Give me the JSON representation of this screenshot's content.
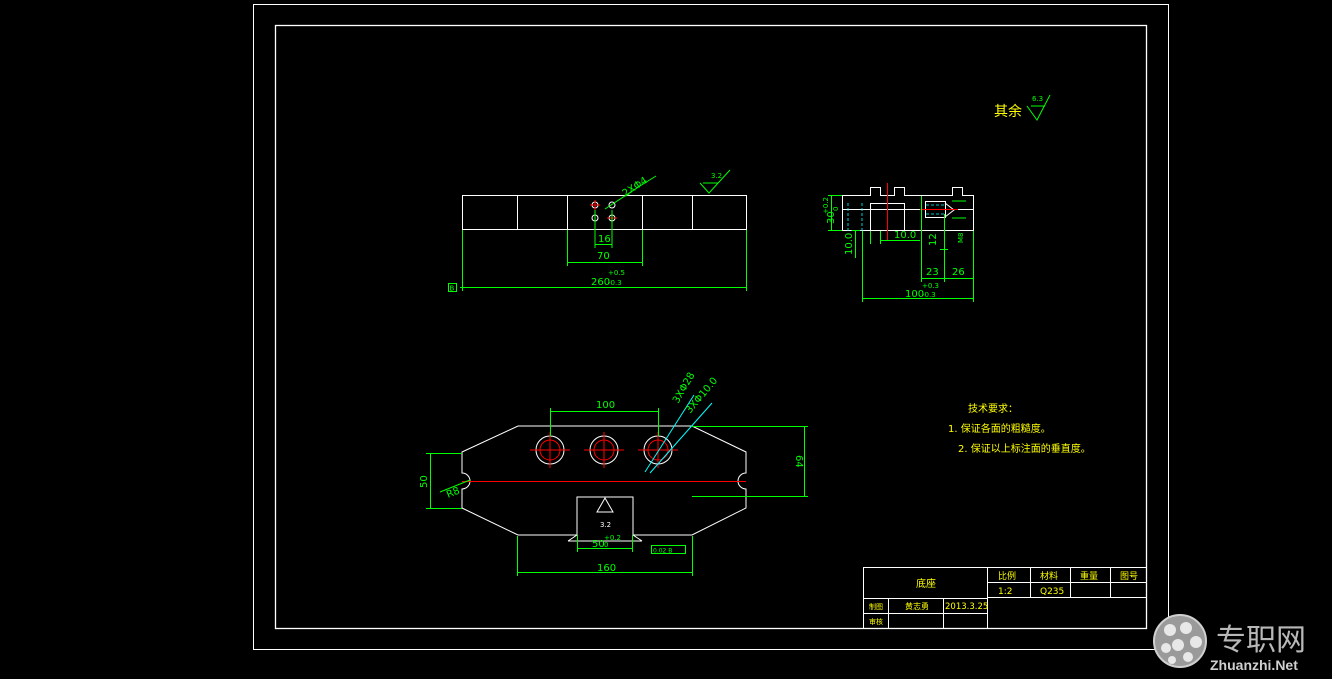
{
  "colors": {
    "background": "#000000",
    "outline": "#ffffff",
    "dimension": "#00ff00",
    "center_line": "#ff0000",
    "hidden_line": "#00ffff",
    "accent_yellow": "#ffff00",
    "watermark": "#b8b8b8"
  },
  "surface_finish": {
    "label": "其余",
    "value": "6.3"
  },
  "top_view": {
    "finish_value": "3.2",
    "holes_callout": "2XΦ4",
    "dim_16": "16",
    "dim_70": "70",
    "dim_260": "260",
    "dim_260_upper": "+0.5",
    "dim_260_lower": "-0.3",
    "datum": "B"
  },
  "side_view": {
    "dim_30": "30",
    "dim_30_tol": "+0.2",
    "dim_30_tol_lower": "0",
    "dim_10_vertical": "10.0",
    "dim_10_horizontal": "10.0",
    "dim_12": "12",
    "dim_23": "23",
    "dim_26": "26",
    "dim_100": "100",
    "dim_100_upper": "+0.3",
    "dim_100_lower": "-0.3",
    "thread_callout": "M8"
  },
  "plan_view": {
    "dim_100": "100",
    "holes_callout_a": "3XΦ28",
    "holes_callout_b": "3XΦ10.0",
    "dim_64": "64",
    "dim_50": "50",
    "radius": "R8",
    "finish_value": "3.2",
    "slot_dim": "50",
    "slot_tol_upper": "+0.2",
    "slot_tol_lower": "0",
    "dim_160": "160",
    "tolerance_frame": "0.02 B"
  },
  "tech_requirements": {
    "title": "技术要求：",
    "items": [
      "1.  保证各面的粗糙度。",
      "2.  保证以上标注面的垂直度。"
    ]
  },
  "title_block": {
    "part_name": "底座",
    "headers": [
      "比例",
      "材料",
      "重量",
      "图号"
    ],
    "scale": "1:2",
    "material": "Q235",
    "designer_label": "制图",
    "designer_name": "黄志勇",
    "date": "2013.3.25",
    "reviewer_label": "审核"
  },
  "watermark": {
    "cn": "专职网",
    "en": "Zhuanzhi.Net"
  }
}
